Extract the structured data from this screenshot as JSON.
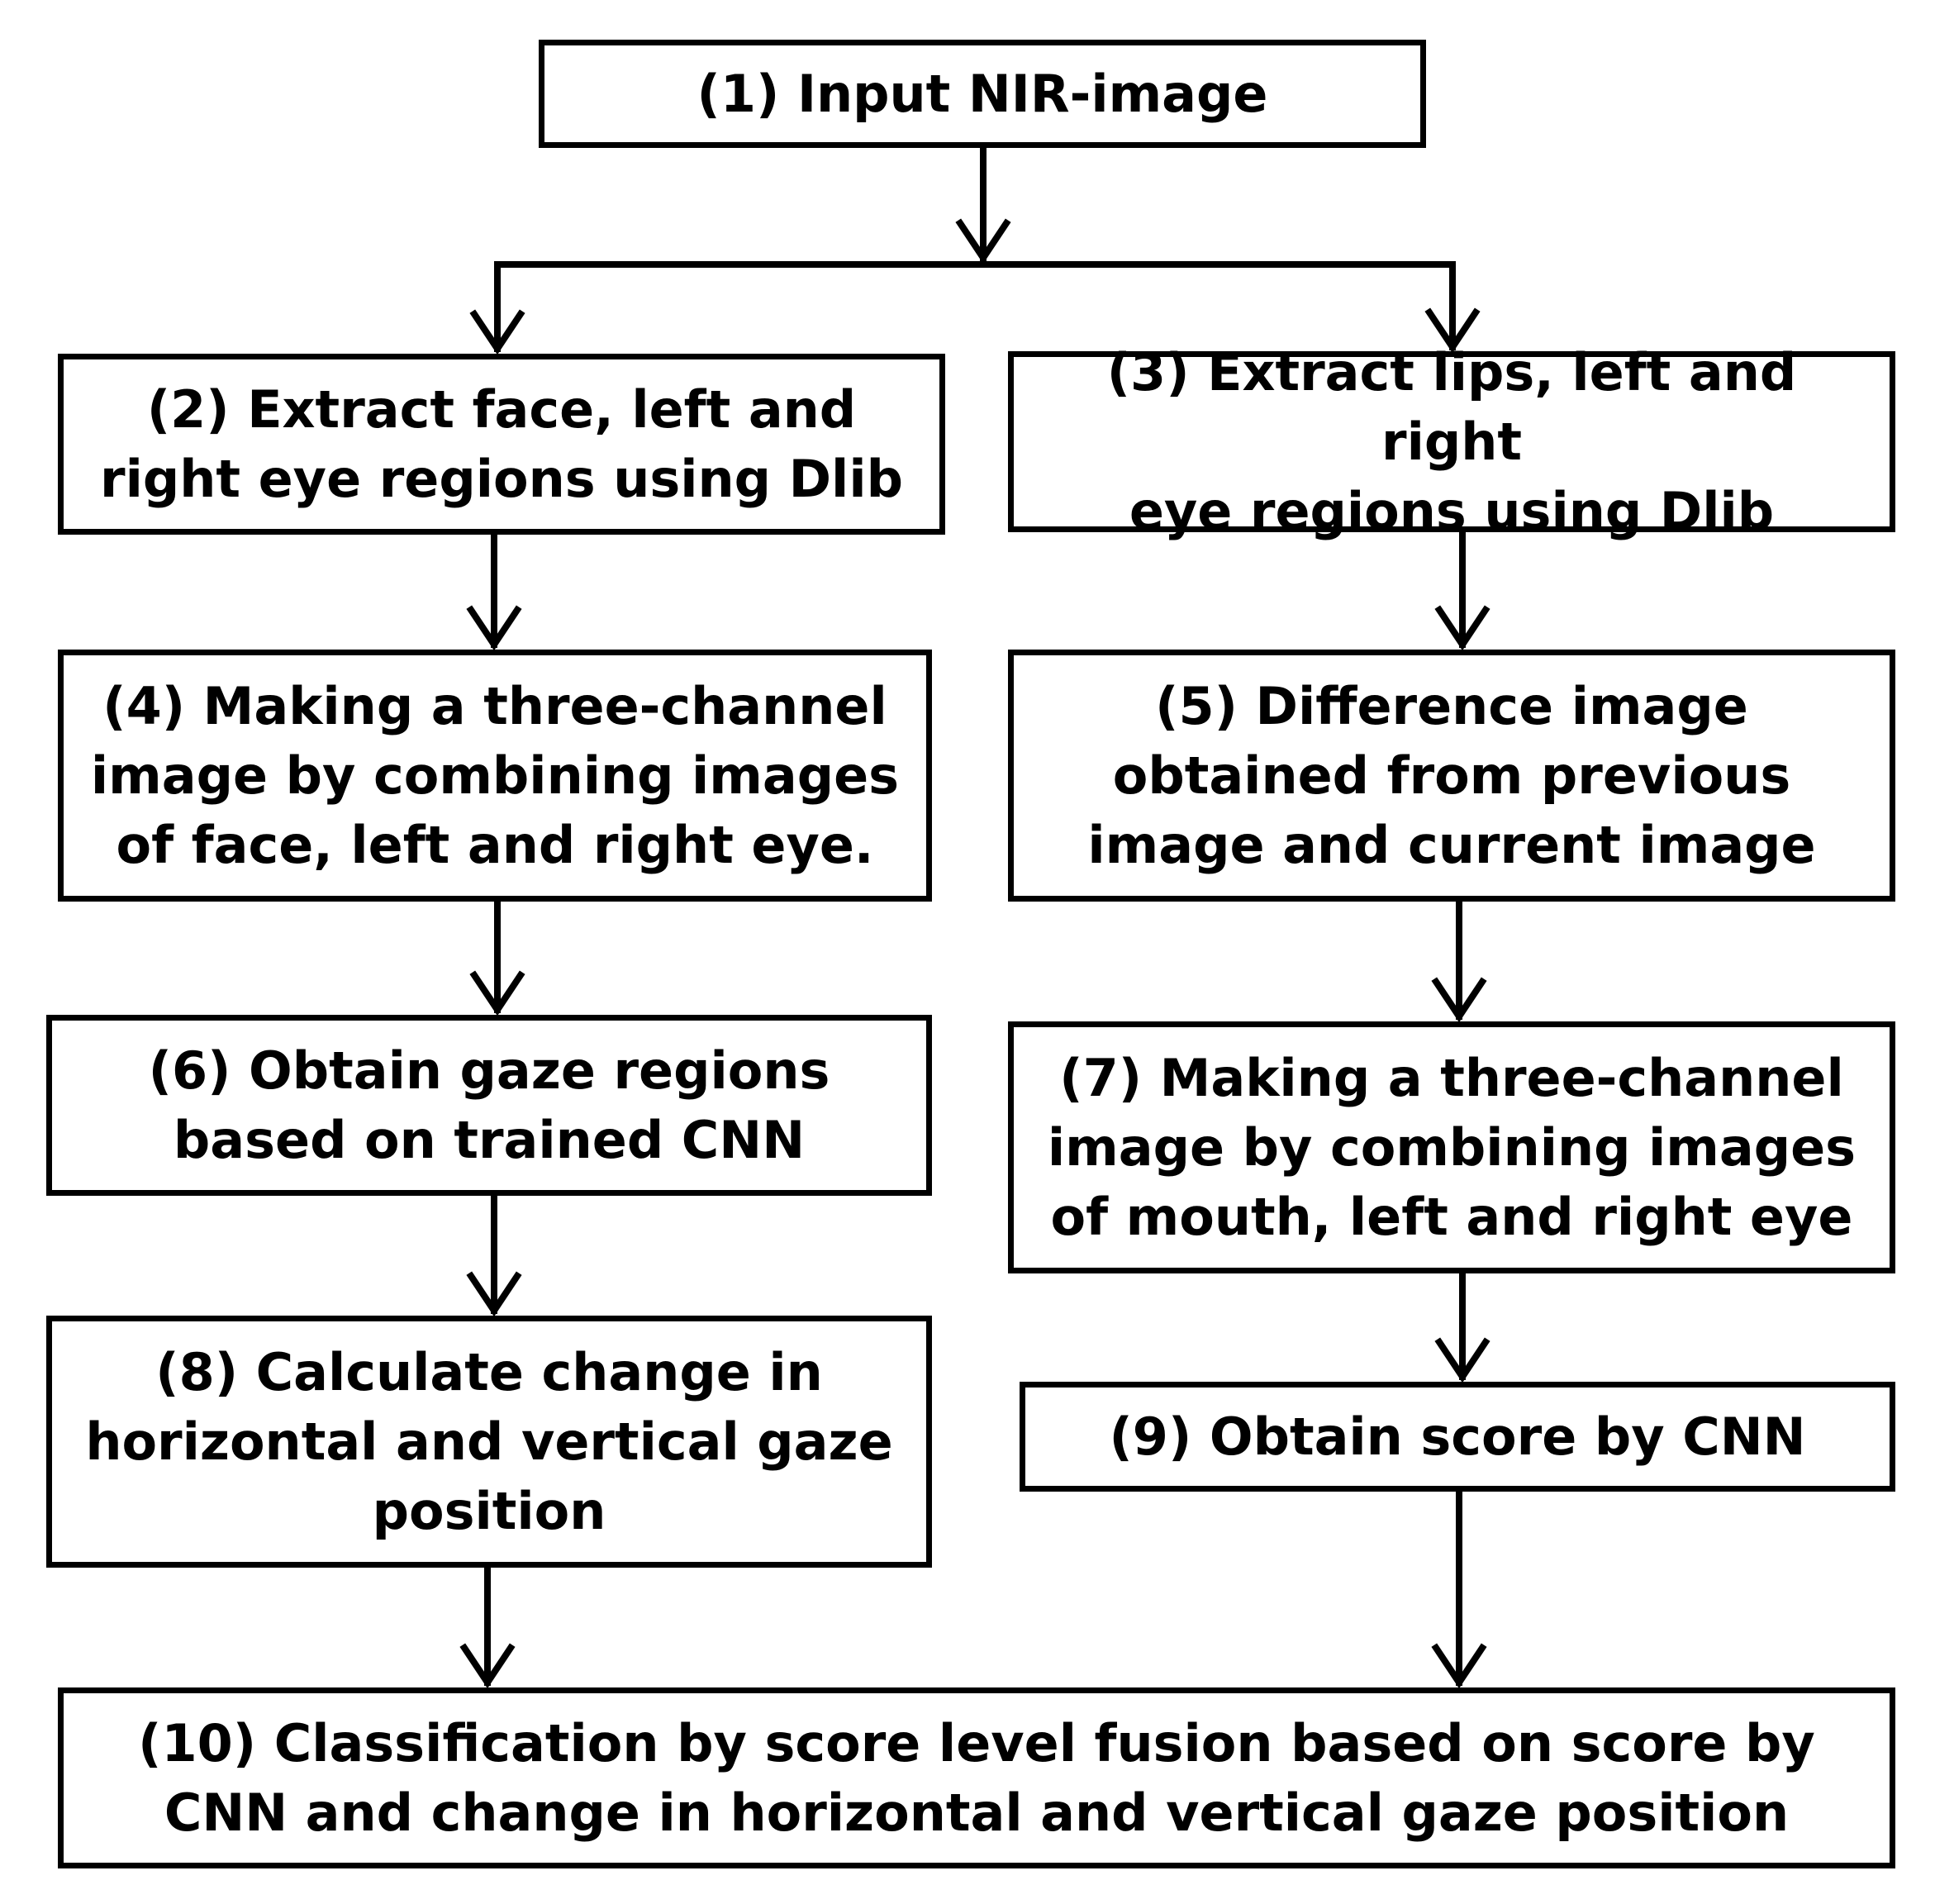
{
  "steps": {
    "step1": "(1) Input NIR-image",
    "step2": "(2) Extract face, left and\nright eye regions using Dlib",
    "step3": "(3) Extract lips, left and right\neye regions using Dlib",
    "step4": "(4) Making a three-channel\nimage by combining images\nof face, left and right eye.",
    "step5": "(5) Difference image\nobtained from previous\nimage and current image",
    "step6": "(6) Obtain gaze regions\nbased on trained CNN",
    "step7": "(7) Making a three-channel\nimage by combining images\nof mouth, left and right eye",
    "step8": "(8) Calculate change in\nhorizontal and vertical gaze\nposition",
    "step9": "(9) Obtain score by CNN",
    "step10": "(10) Classification by score level fusion based on score by\nCNN and change in horizontal and vertical gaze position"
  }
}
